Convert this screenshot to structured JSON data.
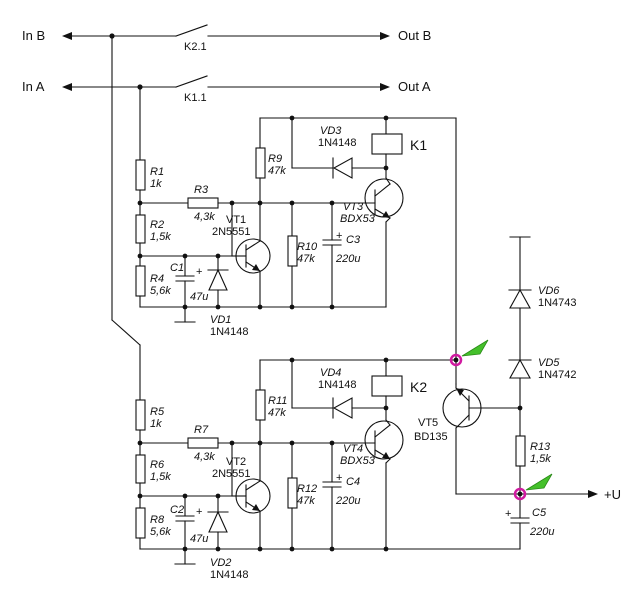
{
  "colors": {
    "wire": "#111111",
    "marker_ring": "#d01aa0",
    "marker_arrow": "#44c02a"
  },
  "ports": {
    "in_b": "In B",
    "in_a": "In A",
    "out_b": "Out B",
    "out_a": "Out A",
    "plus_u": "+U"
  },
  "contacts": {
    "k21": "K2.1",
    "k11": "K1.1"
  },
  "relays": {
    "k1": "K1",
    "k2": "K2"
  },
  "resistors": {
    "r1": {
      "name": "R1",
      "value": "1k"
    },
    "r2": {
      "name": "R2",
      "value": "1,5k"
    },
    "r3": {
      "name": "R3",
      "value": "4,3k"
    },
    "r4": {
      "name": "R4",
      "value": "5,6k"
    },
    "r5": {
      "name": "R5",
      "value": "1k"
    },
    "r6": {
      "name": "R6",
      "value": "1,5k"
    },
    "r7": {
      "name": "R7",
      "value": "4,3k"
    },
    "r8": {
      "name": "R8",
      "value": "5,6k"
    },
    "r9": {
      "name": "R9",
      "value": "47k"
    },
    "r10": {
      "name": "R10",
      "value": "47k"
    },
    "r11": {
      "name": "R11",
      "value": "47k"
    },
    "r12": {
      "name": "R12",
      "value": "47k"
    },
    "r13": {
      "name": "R13",
      "value": "1,5k"
    }
  },
  "capacitors": {
    "c1": {
      "name": "C1",
      "value": "47u"
    },
    "c2": {
      "name": "C2",
      "value": "47u"
    },
    "c3": {
      "name": "C3",
      "value": "220u"
    },
    "c4": {
      "name": "C4",
      "value": "220u"
    },
    "c5": {
      "name": "C5",
      "value": "220u"
    }
  },
  "transistors": {
    "vt1": {
      "name": "VT1",
      "part": "2N5551"
    },
    "vt2": {
      "name": "VT2",
      "part": "2N5551"
    },
    "vt3": {
      "name": "VT3",
      "part": "BDX53"
    },
    "vt4": {
      "name": "VT4",
      "part": "BDX53"
    },
    "vt5": {
      "name": "VT5",
      "part": "BD135"
    }
  },
  "diodes": {
    "vd1": {
      "name": "VD1",
      "part": "1N4148"
    },
    "vd2": {
      "name": "VD2",
      "part": "1N4148"
    },
    "vd3": {
      "name": "VD3",
      "part": "1N4148"
    },
    "vd4": {
      "name": "VD4",
      "part": "1N4148"
    },
    "vd5": {
      "name": "VD5",
      "part": "1N4742"
    },
    "vd6": {
      "name": "VD6",
      "part": "1N4743"
    }
  }
}
